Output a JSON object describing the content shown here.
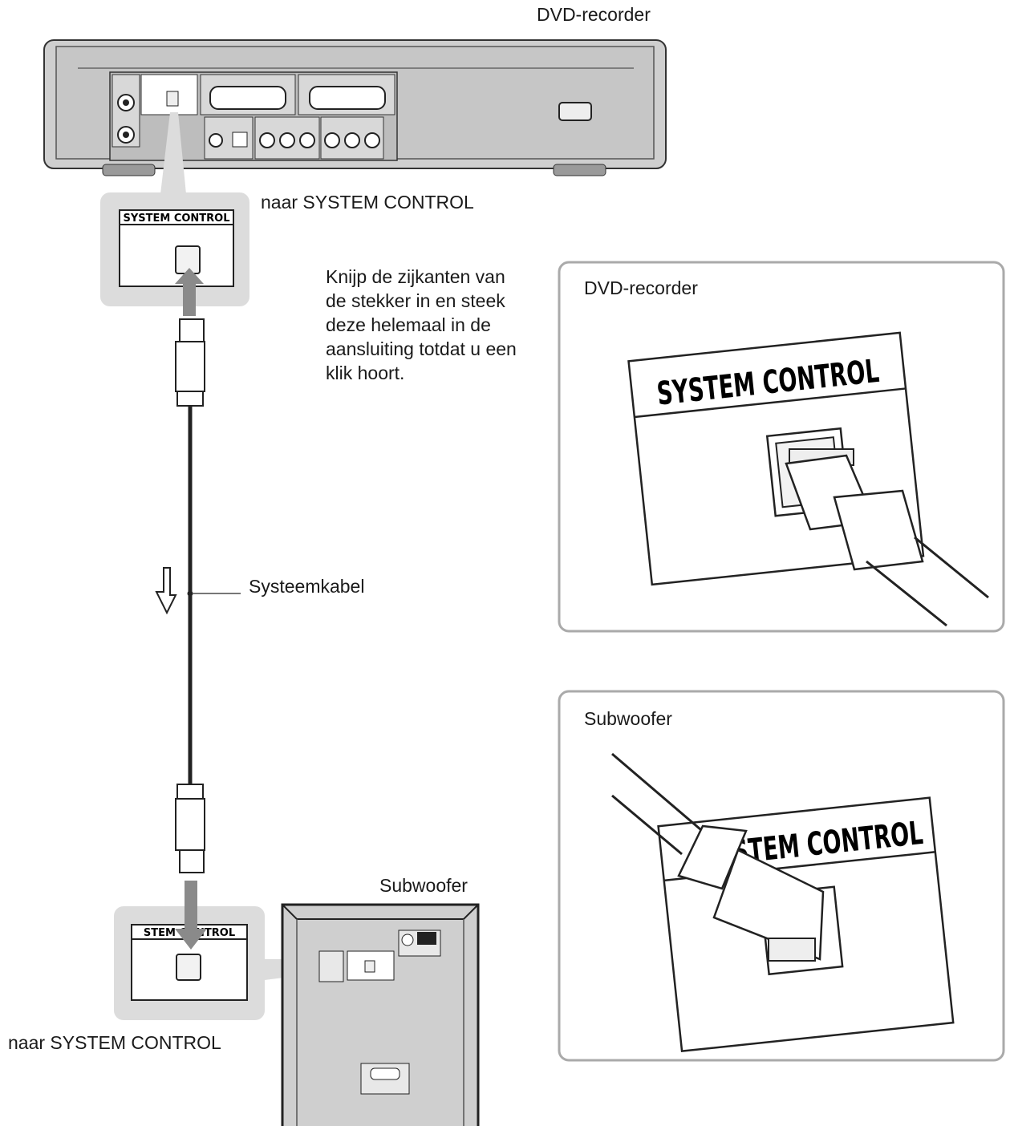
{
  "labels": {
    "dvd_recorder_top": "DVD-recorder",
    "to_system_control_top": "naar SYSTEM CONTROL",
    "instruction": "Knijp de zijkanten van\nde stekker in en steek\ndeze helemaal in de\naansluiting totdat u een\nklik hoort.",
    "system_cable": "Systeemkabel",
    "subwoofer_bottom": "Subwoofer",
    "to_system_control_bottom": "naar SYSTEM CONTROL"
  },
  "callouts": {
    "top_port_label": "SYSTEM CONTROL",
    "bottom_port_label": "STEM CONTROL"
  },
  "panels": {
    "dvd": {
      "title": "DVD-recorder",
      "port_label": "SYSTEM CONTROL"
    },
    "sub": {
      "title": "Subwoofer",
      "port_label": "STEM CONTROL"
    }
  },
  "colors": {
    "device_gray": "#c9c9c9",
    "callout_gray": "#dcdcdc",
    "arrow_gray": "#8a8a8a",
    "line": "#222222"
  }
}
